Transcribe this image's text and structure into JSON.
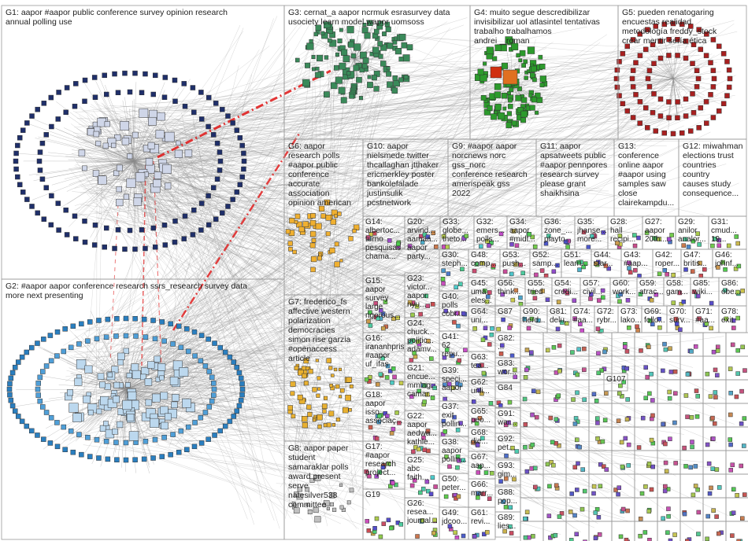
{
  "groups": [
    {
      "id": "G1",
      "label": "G1: aapor #aapor public conference survey opinion research\nannual polling use"
    },
    {
      "id": "G2",
      "label": "G2: #aapor aapor conference research ssrs_research survey data\nmore next presenting"
    },
    {
      "id": "G3",
      "label": "G3: cernat_a aapor ncrmuk esrasurvey data\nusociety learn model wapor uomsoss"
    },
    {
      "id": "G4",
      "label": "G4: muito segue descredibilizar\ninvisibilizar uol atlasintel tentativas\ntrabalho trabalhamos\nandrei__roman"
    },
    {
      "id": "G5",
      "label": "G5: pueden renatogaring\nencuestas realidad\nmetodología freddy_stock\ncrear mentir sería ética"
    },
    {
      "id": "G6",
      "label": "G6: aapor\nresearch polls\n#aapor public\nconference\naccurate\nassociation\nopinion american"
    },
    {
      "id": "G7",
      "label": "G7: frederico_fs\naffective western\npolarization\ndemocracies\nsimon rise garzia\n#openaccess\narticle"
    },
    {
      "id": "G8",
      "label": "G8: aapor paper\nstudent\nsamaraklar polls\naward present\nserve\nnatesilver538\ncommittee"
    },
    {
      "id": "G9",
      "label": "G9: #aapor aapor\nnorcnews norc\ngss_norc\nconference research\namerispeak gss\n2022"
    },
    {
      "id": "G10",
      "label": "G10: aapor\nnielsmede twitter\nthcallaghan jtthaker\nericmerkley poster\nbankolefalade\njustinsulik\npcstnetwork"
    },
    {
      "id": "G11",
      "label": "G11: aapor\napsatweets public\n#aapor pennpores\nresearch survey\nplease grant\nshaikhsina"
    },
    {
      "id": "G12",
      "label": "G12: miwahman\nelections trust\ncountries\ncountry\ncauses study\nconsequence..."
    },
    {
      "id": "G13",
      "label": "G13: conference\nonline aapor\n#aapor using\nsamples saw\nclose\nclairekampdu..."
    },
    {
      "id": "G14",
      "label": "G14:\nalbertoc...\nturno\npesquisas\nchama..."
    },
    {
      "id": "G15",
      "label": "G15:\naapor\nsurvey\nlarge\nrigorous..."
    },
    {
      "id": "G16",
      "label": "G16:\nirananhpris\n#aapor\nuf_ifas"
    },
    {
      "id": "G17",
      "label": "G17:\n#aapor\nresearch\nproject..."
    },
    {
      "id": "G18",
      "label": "G18:\naapor\nisso\nassociaç..."
    },
    {
      "id": "G19",
      "label": "G19"
    },
    {
      "id": "G20",
      "label": "G20:\narvind...\naamaa...\naapor\nparty..."
    },
    {
      "id": "G21",
      "label": "G21:\nencue...\nmmlag...\ncamar..."
    },
    {
      "id": "G22",
      "label": "G22:\naapor\naedwa...\nkathle..."
    },
    {
      "id": "G23",
      "label": "G23:\nvictor...\naapor\nnyu..."
    },
    {
      "id": "G24",
      "label": "G24:\nchuck...\npolitic...\nadamv..."
    },
    {
      "id": "G25",
      "label": "G25:\nabc\nfaith..."
    },
    {
      "id": "G26",
      "label": "G26:\nresea...\njournal..."
    },
    {
      "id": "G27",
      "label": "G27:\naapor\n20th..."
    },
    {
      "id": "G28",
      "label": "G28:\nhall\nrecipi..."
    },
    {
      "id": "G29",
      "label": "G29:\nanilor\nanalor..."
    },
    {
      "id": "G30",
      "label": "G30:\nsteph..."
    },
    {
      "id": "G31",
      "label": "G31:\ncmud...\n19..."
    },
    {
      "id": "G32",
      "label": "G32:\nemers...\npolls..."
    },
    {
      "id": "G33",
      "label": "G33:\nglobe...\ntheto..."
    },
    {
      "id": "G34",
      "label": "G34:\naapor\n#midt..."
    },
    {
      "id": "G35",
      "label": "G35:\njhanse...\nmore..."
    },
    {
      "id": "G36",
      "label": "G36:\nzone_...\nplayto..."
    },
    {
      "id": "G37",
      "label": "G37:\nexit\npollin..."
    },
    {
      "id": "G38",
      "label": "G38:\naapor\npollin..."
    },
    {
      "id": "G39",
      "label": "G39:\nspeci...\naapor"
    },
    {
      "id": "G40",
      "label": "G40:\npolls\ncobr..."
    },
    {
      "id": "G41",
      "label": "G41:\n62\nrepu..."
    },
    {
      "id": "G42",
      "label": "G42:\nroper..."
    },
    {
      "id": "G43",
      "label": "G43:\n#aap..."
    },
    {
      "id": "G44",
      "label": "G44:\nstar..."
    },
    {
      "id": "G45",
      "label": "G45:\numa\neles..."
    },
    {
      "id": "G46",
      "label": "G46:\njohnf..."
    },
    {
      "id": "G47",
      "label": "G47:\nbritis..."
    },
    {
      "id": "G48",
      "label": "G48:\ncomp..."
    },
    {
      "id": "G49",
      "label": "G49:\njdcoo..."
    },
    {
      "id": "G50",
      "label": "G50:\npeter..."
    },
    {
      "id": "G51",
      "label": "G51:\nlearn..."
    },
    {
      "id": "G52",
      "label": "G52:\nsamp..."
    },
    {
      "id": "G53",
      "label": "G53:\npush..."
    },
    {
      "id": "G54",
      "label": "G54:\ncredi..."
    },
    {
      "id": "G55",
      "label": "G55:\ntried"
    },
    {
      "id": "G56",
      "label": "G56:\nthink..."
    },
    {
      "id": "G57",
      "label": "G57:\ncivil..."
    },
    {
      "id": "G58",
      "label": "G58:\ngam..."
    },
    {
      "id": "G59",
      "label": "G59:\natrac..."
    },
    {
      "id": "G60",
      "label": "G60:\nwork..."
    },
    {
      "id": "G61",
      "label": "G61:\nrevi..."
    },
    {
      "id": "G62",
      "label": "G62:\nunli..."
    },
    {
      "id": "G63",
      "label": "G63:\ntea..."
    },
    {
      "id": "G64",
      "label": "G64:\nuni..."
    },
    {
      "id": "G65",
      "label": "G65:\npeo..."
    },
    {
      "id": "G66",
      "label": "G66:\nmarr..."
    },
    {
      "id": "G67",
      "label": "G67:\naap..."
    },
    {
      "id": "G68",
      "label": "G68:\ndie..."
    },
    {
      "id": "G69",
      "label": "G69:\nfollo..."
    },
    {
      "id": "G70",
      "label": "G70:\nsurv..."
    },
    {
      "id": "G71",
      "label": "G71:\n#aa..."
    },
    {
      "id": "G72",
      "label": "G72:\nrybr..."
    },
    {
      "id": "G73",
      "label": "G73:\nlako..."
    },
    {
      "id": "G74",
      "label": "G74:\n#aa..."
    },
    {
      "id": "G78",
      "label": "G78:\nexit"
    },
    {
      "id": "G81",
      "label": "G81:\ndelu..."
    },
    {
      "id": "G82",
      "label": "G82:\n..."
    },
    {
      "id": "G83",
      "label": "G83:\nwor..."
    },
    {
      "id": "G84",
      "label": "G84"
    },
    {
      "id": "G85",
      "label": "G85:\nwiki..."
    },
    {
      "id": "G86",
      "label": "G86:\nobe..."
    },
    {
      "id": "G87",
      "label": "G87"
    },
    {
      "id": "G88",
      "label": "G88:\npop..."
    },
    {
      "id": "G89",
      "label": "G89:\nlies..."
    },
    {
      "id": "G90",
      "label": "G90:\nherd..."
    },
    {
      "id": "G91",
      "label": "G91:\nwar..."
    },
    {
      "id": "G92",
      "label": "G92:\npet..."
    },
    {
      "id": "G93",
      "label": "G93:\ngim..."
    },
    {
      "id": "G107",
      "label": "G107"
    }
  ],
  "colors": {
    "background": "#ffffff",
    "border": "#9a9a9a",
    "edge": "#8a8a8a",
    "edge_highlight": "#e02020",
    "g1_node": "#1f2f6a",
    "g2_node": "#2a7fc0",
    "g3_node": "#3a8a5a",
    "g4_node": "#2c9a2c",
    "g5_node": "#a82020"
  }
}
